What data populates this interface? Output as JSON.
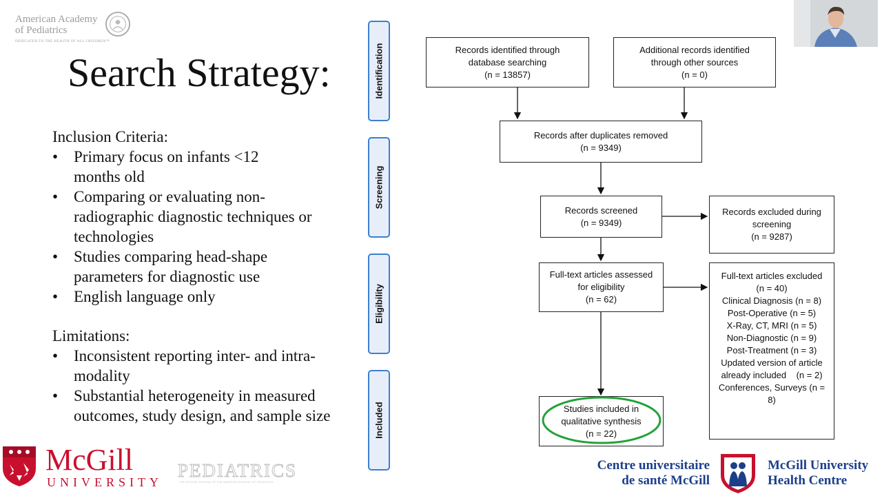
{
  "slide_title": "Search Strategy:",
  "aap_logo": {
    "line1": "American Academy",
    "line2": "of Pediatrics",
    "tagline": "DEDICATED TO THE HEALTH OF ALL CHILDREN™"
  },
  "inclusion": {
    "heading": "Inclusion Criteria:",
    "items": [
      "Primary focus on infants <12 months old",
      "Comparing or evaluating non-radiographic diagnostic techniques or technologies",
      "Studies comparing head-shape parameters for diagnostic use",
      "English language only"
    ]
  },
  "limitations": {
    "heading": "Limitations:",
    "items": [
      "Inconsistent reporting inter- and intra-modality",
      "Substantial heterogeneity in measured outcomes, study design, and sample size"
    ]
  },
  "bullet_char": "•",
  "stages": [
    "Identification",
    "Screening",
    "Eligibility",
    "Included"
  ],
  "flow": {
    "identified_db": [
      "Records identified through",
      "database searching",
      "(n = 13857)"
    ],
    "identified_other": [
      "Additional records identified",
      "through other sources",
      "(n = 0)"
    ],
    "after_duplicates": [
      "Records after duplicates removed",
      "(n = 9349)"
    ],
    "screened": [
      "Records screened",
      "(n = 9349)"
    ],
    "excluded_screening": [
      "Records excluded during",
      "screening",
      "(n = 9287)"
    ],
    "fulltext_assessed": [
      "Full-text articles assessed",
      "for eligibility",
      "(n = 62)"
    ],
    "fulltext_excluded": [
      "Full-text articles excluded",
      "(n = 40)",
      "Clinical Diagnosis (n = 8)",
      "Post-Operative (n = 5)",
      "X-Ray, CT, MRI (n = 5)",
      "Non-Diagnostic (n = 9)",
      "Post-Treatment (n = 3)",
      "Updated version of article",
      "already included    (n = 2)",
      "Conferences, Surveys (n =",
      "8)"
    ],
    "included": [
      "Studies included in",
      "qualitative synthesis",
      "(n = 22)"
    ]
  },
  "footer": {
    "mcgill_name": "McGill",
    "mcgill_sub": "UNIVERSITY",
    "pediatrics": "PEDIATRICS",
    "pediatrics_tagline": "THE OFFICIAL JOURNAL OF THE AMERICAN ACADEMY OF PEDIATRICS",
    "cusm_line1": "Centre universitaire",
    "cusm_line2": "de santé McGill",
    "muhc_line1": "McGill University",
    "muhc_line2": "Health Centre"
  },
  "colors": {
    "stage_border": "#3a7fd0",
    "highlight_ellipse": "#23a23a",
    "mcgill_red": "#c8102e",
    "muhc_blue": "#1c3f8a"
  }
}
